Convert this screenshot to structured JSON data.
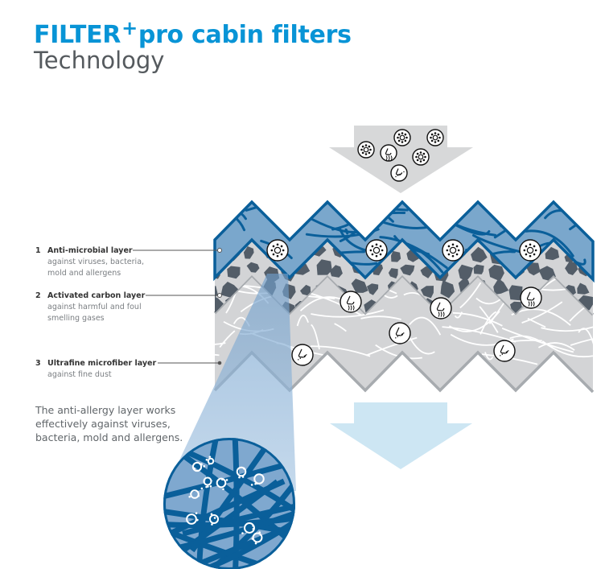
{
  "header": {
    "title_prefix": "FILTER",
    "title_sup": "+",
    "title_suffix": "pro cabin filters",
    "subtitle": "Technology"
  },
  "layers": [
    {
      "number": "1",
      "name": "Anti-microbial layer",
      "desc_lines": [
        "against viruses, bacteria,",
        "mold and allergens"
      ],
      "icons": [
        "virus-icon",
        "bacteria-icon",
        "mold-icon",
        "allergen-icon"
      ]
    },
    {
      "number": "2",
      "name": "Activated carbon layer",
      "desc_lines": [
        "against harmful and foul",
        "smelling gases"
      ],
      "icons": [
        "odor-icon",
        "odor-icon",
        "odor-icon"
      ]
    },
    {
      "number": "3",
      "name": "Ultrafine microfiber layer",
      "desc_lines": [
        "against fine dust"
      ],
      "icons": [
        "dust-icon",
        "dust-icon",
        "dust-icon"
      ]
    }
  ],
  "note": {
    "lines": [
      "The anti-allergy layer works",
      "effectively against viruses,",
      "bacteria, mold and allergens."
    ]
  },
  "colors": {
    "brand_blue": "#0894d6",
    "fiber_blue": "#0a5f9a",
    "layer1_fill": "#7aa7cc",
    "carbon_gray": "#535d68",
    "layer_gray": "#d3d4d6",
    "outline_gray": "#a7abaf",
    "inflow_arrow": "#d7d8d9",
    "outflow_arrow": "#cde6f3"
  },
  "inflow_icons": [
    "virus-icon",
    "mold-icon",
    "odor-icon",
    "allergen-icon",
    "bacteria-icon",
    "dust-icon"
  ]
}
